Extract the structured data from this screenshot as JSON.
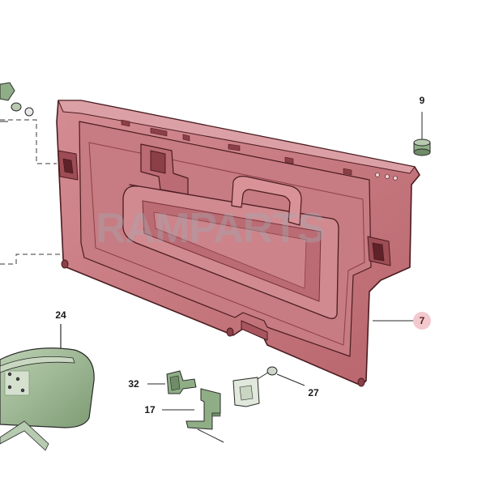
{
  "diagram": {
    "watermark_text": "RAMPARTS",
    "callouts": {
      "part_9": "9",
      "part_7": "7",
      "part_24": "24",
      "part_32": "32",
      "part_17": "17",
      "part_27": "27"
    },
    "colors": {
      "panel_fill": "#c2737a",
      "panel_light": "#d99398",
      "panel_dark": "#8c3f47",
      "outline": "#4a1c20",
      "bracket_green": "#8fae86",
      "headrest_green": "#a3bc98",
      "highlight_badge": "#f2c9cd"
    },
    "icons": [
      "rear-seat-backrest-panel",
      "headrest",
      "bolt",
      "screw",
      "clip",
      "bracket",
      "spring-plate"
    ]
  }
}
